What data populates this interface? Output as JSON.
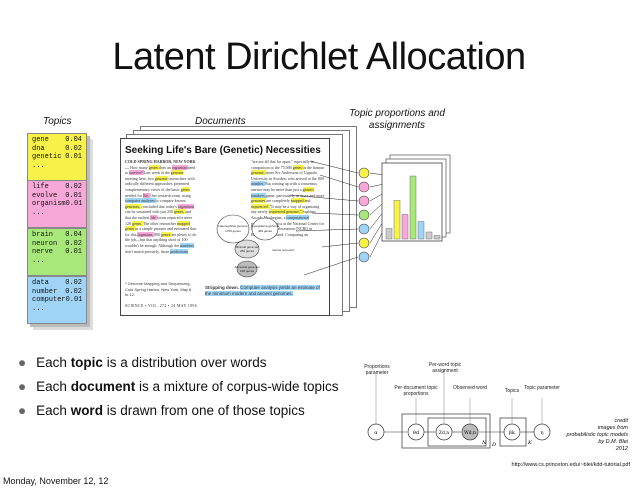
{
  "slide": {
    "title": "Latent Dirichlet Allocation",
    "date": "Monday, November 12, 12"
  },
  "figure": {
    "topics_header": "Topics",
    "documents_header": "Documents",
    "proportions_header_line1": "Topic proportions and",
    "proportions_header_line2": "assignments",
    "topics": [
      {
        "words": [
          [
            "gene",
            "0.04"
          ],
          [
            "dna",
            "0.02"
          ],
          [
            "genetic",
            "0.01"
          ],
          [
            "...",
            ""
          ]
        ],
        "color": "#f7f24a"
      },
      {
        "words": [
          [
            "life",
            "0.02"
          ],
          [
            "evolve",
            "0.01"
          ],
          [
            "organism",
            "0.01"
          ],
          [
            "...",
            ""
          ]
        ],
        "color": "#f7a8d8"
      },
      {
        "words": [
          [
            "brain",
            "0.04"
          ],
          [
            "neuron",
            "0.02"
          ],
          [
            "nerve",
            "0.01"
          ],
          [
            "...",
            ""
          ]
        ],
        "color": "#a8e87a"
      },
      {
        "words": [
          [
            "data",
            "0.02"
          ],
          [
            "number",
            "0.02"
          ],
          [
            "computer",
            "0.01"
          ],
          [
            "...",
            ""
          ]
        ],
        "color": "#9fd4f7"
      }
    ],
    "doc_title": "Seeking Life's Bare (Genetic) Necessities",
    "doc_dateline": "COLD SPRING HARBOR, NEW YORK—",
    "doc_col1": "How many genes does an organism need to survive? Last week at the genome meeting here, two genome researchers with radically different approaches presented complementary views of the basic genes needed for life. One research team, using computer analyses to compare known genomes, concluded that today's organisms can be sustained with just 250 genes, and that the earliest life forms required a mere 128 genes. The other researcher mapped genes in a simple parasite and estimated that for this organism, 800 genes are plenty to do the job—but that anything short of 100 wouldn't be enough. Although the numbers don't match precisely, those predictions",
    "doc_col2": "\"are not all that far apart,\" especially in comparison to the 75,000 genes in the human genome, notes Siv Andersson of Uppsala University in Sweden, who arrived at the 800 number. But coming up with a consensus answer may be more than just a genetic numbers game, particularly as more and more genomes are completely mapped and sequenced. \"It may be a way of organizing any newly sequenced genome,\" explains Arcady Mushegian, a computational molecular biologist at the National Center for Biotechnology Information (NCBI) in Bethesda, Maryland. Comparing an",
    "doc_footnote": "* Genome Mapping and Sequencing, Cold Spring Harbor, New York, May 8 to 12.",
    "doc_footer": "SCIENCE • VOL. 272 • 24 MAY 1996",
    "doc_caption_bold": "Stripping down.",
    "doc_caption": "Computer analysis yields an estimate of the minimum modern and ancient genomes.",
    "diagram_labels": {
      "haemophilus": "Haemophilus genome",
      "haemophilus_genes": "1703 genes",
      "mycoplasma": "Mycoplasma genome",
      "mycoplasma_genes": "469 genes",
      "minimal": "Minimal gene set",
      "minimal_genes": "256 genes",
      "ancestral": "Ancestral gene set",
      "ancestral_genes": "128 genes",
      "removed": "Genes removed"
    },
    "bar_heights": [
      0.15,
      0.55,
      0.35,
      0.9,
      0.25,
      0.1,
      0.05
    ]
  },
  "bullets": [
    {
      "prefix": "Each ",
      "bold": "topic",
      "suffix": " is a distribution over words"
    },
    {
      "prefix": "Each ",
      "bold": "document",
      "suffix": " is a mixture of corpus-wide topics"
    },
    {
      "prefix": "Each ",
      "bold": "word",
      "suffix": " is drawn from one of those topics"
    }
  ],
  "model": {
    "labels": {
      "proportions_param": "Proportions parameter",
      "per_word_assign": "Per-word topic assignment",
      "per_doc_prop": "Per-document topic proportions",
      "observed_word": "Observed word",
      "topics": "Topics",
      "topic_param": "Topic parameter"
    },
    "symbols": [
      "α",
      "θd",
      "Zd,n",
      "Wd,n",
      "βk",
      "η"
    ],
    "plates": [
      "N",
      "D",
      "K"
    ]
  },
  "credit": {
    "lines": [
      "credit",
      "images from",
      "probabilistic topic models",
      "by D.M. Blei",
      "2012"
    ],
    "url": "http://www.cs.princeton.edu/~blei/kdd-tutorial.pdf"
  }
}
